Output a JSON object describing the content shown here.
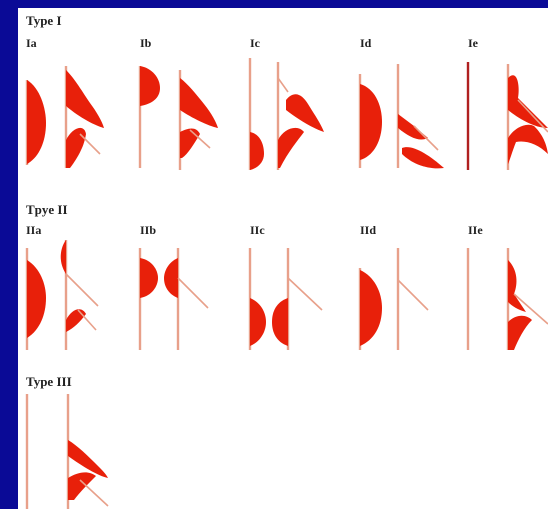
{
  "figure": {
    "colors": {
      "background": "#0a0a96",
      "panel": "#ffffff",
      "fill": "#e8200a",
      "line": "#e8a08a",
      "dark_line": "#b02020",
      "text": "#222222"
    },
    "sections": [
      {
        "title": "Type I",
        "items": [
          "Ia",
          "Ib",
          "Ic",
          "Id",
          "Ie"
        ]
      },
      {
        "title": "Tpye II",
        "items": [
          "IIa",
          "IIb",
          "IIc",
          "IId",
          "IIe"
        ]
      },
      {
        "title": "Type III",
        "items": []
      }
    ]
  }
}
